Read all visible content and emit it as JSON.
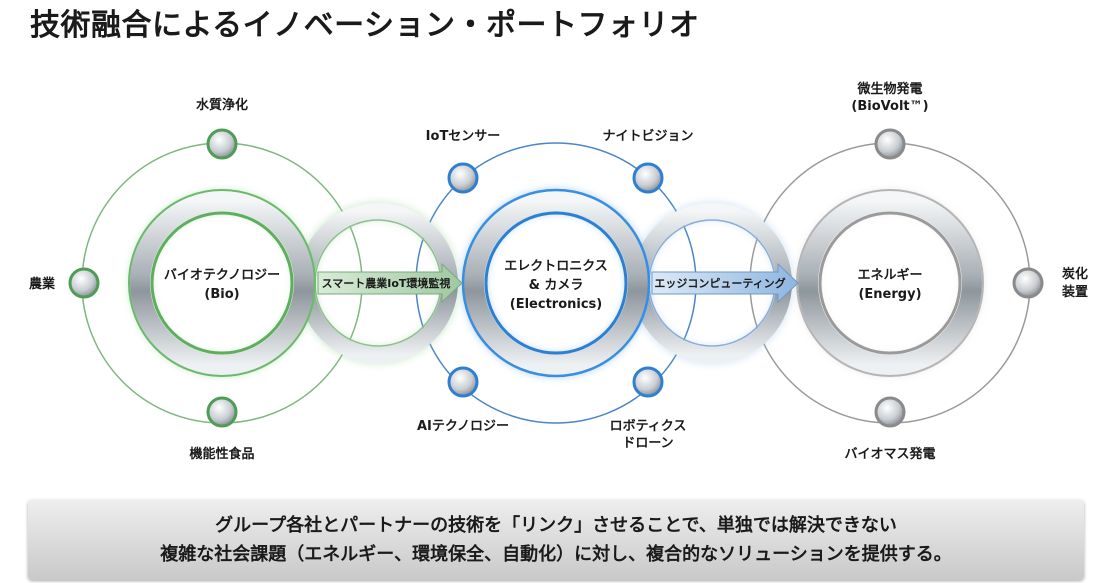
{
  "title": "技術融合によるイノベーション・ポートフォリオ",
  "rings": {
    "bio": {
      "line1": "バイオテクノロジー",
      "line2": "(Bio)"
    },
    "electronics": {
      "line1": "エレクトロニクス",
      "line2": "& カメラ",
      "line3": "(Electronics)"
    },
    "energy": {
      "line1": "エネルギー",
      "line2": "(Energy)"
    }
  },
  "arrows": {
    "left": "スマート農業IoT環境監視",
    "right": "エッジコンピューティング"
  },
  "nodes": {
    "water": "水質浄化",
    "agriculture": "農業",
    "functional_food": "機能性食品",
    "iot_sensor": "IoTセンサー",
    "night_vision": "ナイトビジョン",
    "ai_tech": "AIテクノロジー",
    "robotics_line1": "ロボティクス",
    "robotics_line2": "ドローン",
    "microbial_line1": "微生物発電",
    "microbial_line2": "(BioVolt™)",
    "carbonization_line1": "炭化",
    "carbonization_line2": "装置",
    "biomass": "バイオマス発電"
  },
  "banner": {
    "line1": "グループ各社とパートナーの技術を「リンク」させることで、単独では解決できない",
    "line2": "複雑な社会課題（エネルギー、環境保全、自動化）に対し、複合的なソリューションを提供する。"
  },
  "colors": {
    "bio": "#4e9d57",
    "electronics": "#2f7fd1",
    "energy": "#8a8a8a",
    "metal": "#c8cdd2"
  }
}
